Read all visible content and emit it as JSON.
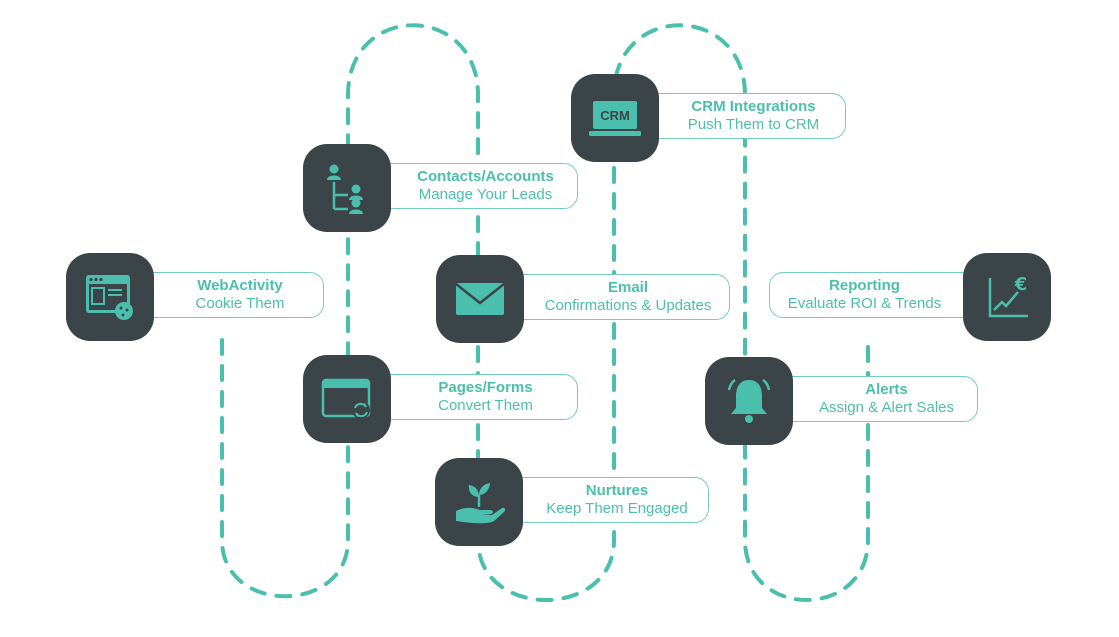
{
  "colors": {
    "accent": "#4bbfad",
    "tile": "#3b4549",
    "border": "#73cdbf",
    "background": "#ffffff"
  },
  "nodes": [
    {
      "id": "webactivity",
      "title": "WebActivity",
      "subtitle": "Cookie Them",
      "icon": "browser-cookie-icon"
    },
    {
      "id": "contacts",
      "title": "Contacts/Accounts",
      "subtitle": "Manage Your Leads",
      "icon": "org-chart-people-icon"
    },
    {
      "id": "pages",
      "title": "Pages/Forms",
      "subtitle": "Convert Them",
      "icon": "window-refresh-icon"
    },
    {
      "id": "email",
      "title": "Email",
      "subtitle": "Confirmations & Updates",
      "icon": "envelope-icon"
    },
    {
      "id": "crm",
      "title": "CRM Integrations",
      "subtitle": "Push Them to CRM",
      "icon": "crm-laptop-icon",
      "icon_text": "CRM"
    },
    {
      "id": "nurtures",
      "title": "Nurtures",
      "subtitle": "Keep Them Engaged",
      "icon": "hand-plant-icon"
    },
    {
      "id": "reporting",
      "title": "Reporting",
      "subtitle": "Evaluate ROI & Trends",
      "icon": "euro-chart-icon",
      "icon_text": "€"
    },
    {
      "id": "alerts",
      "title": "Alerts",
      "subtitle": "Assign & Alert Sales",
      "icon": "bell-icon"
    }
  ]
}
